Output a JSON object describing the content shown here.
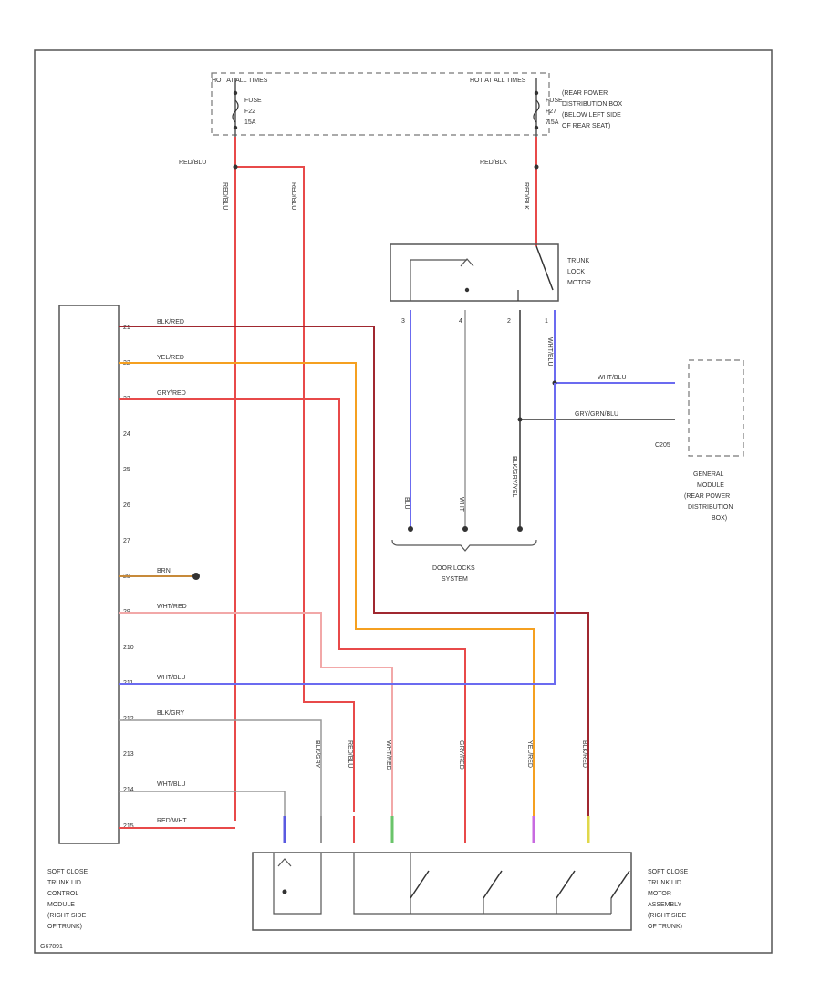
{
  "top": {
    "left_hot": "HOT AT ALL TIMES",
    "right_hot": "HOT AT ALL TIMES",
    "fuse_left": [
      "FUSE",
      "F22",
      "15A"
    ],
    "fuse_right": [
      "FUSE",
      "F27",
      "7.5A"
    ],
    "rear_box_label": [
      "(REAR POWER",
      "DISTRIBUTION BOX",
      "(BELOW LEFT SIDE",
      "OF REAR SEAT)"
    ],
    "left_wire_color": "RED/BLU",
    "right_wire_color": "RED/BLK"
  },
  "trunk_lock": {
    "label": [
      "TRUNK",
      "LOCK",
      "MOTOR"
    ],
    "pins": [
      "3",
      "4",
      "2",
      "1"
    ]
  },
  "door_locks": {
    "label": [
      "DOOR LOCKS",
      "SYSTEM"
    ]
  },
  "gem": {
    "connector": "C205",
    "label": [
      "GENERAL",
      "MODULE",
      "(REAR POWER",
      "DISTRIBUTION",
      "BOX)"
    ],
    "wires": [
      "WHT/BLU",
      "GRY/GRN/BLU"
    ]
  },
  "module": {
    "label": [
      "SOFT CLOSE",
      "TRUNK LID",
      "CONTROL",
      "MODULE",
      "(RIGHT SIDE",
      "OF TRUNK)"
    ],
    "pins": [
      {
        "pin": "21",
        "wire": "BLK/RED"
      },
      {
        "pin": "22",
        "wire": "YEL/RED"
      },
      {
        "pin": "23",
        "wire": "GRY/RED"
      },
      {
        "pin": "24",
        "wire": ""
      },
      {
        "pin": "25",
        "wire": ""
      },
      {
        "pin": "26",
        "wire": ""
      },
      {
        "pin": "27",
        "wire": ""
      },
      {
        "pin": "28",
        "wire": "BRN"
      },
      {
        "pin": "29",
        "wire": "WHT/RED"
      },
      {
        "pin": "210",
        "wire": ""
      },
      {
        "pin": "211",
        "wire": "WHT/BLU"
      },
      {
        "pin": "212",
        "wire": "BLK/GRY"
      },
      {
        "pin": "213",
        "wire": ""
      },
      {
        "pin": "214",
        "wire": "WHT/BLU"
      },
      {
        "pin": "215",
        "wire": "RED/WHT"
      }
    ]
  },
  "motor_assembly": {
    "label": [
      "SOFT CLOSE",
      "TRUNK LID",
      "MOTOR",
      "ASSEMBLY",
      "(RIGHT SIDE",
      "OF TRUNK)"
    ]
  },
  "vertical_wire_labels": [
    "BLK/GRY",
    "RED/BLU",
    "WHT/RED",
    "GRY/RED",
    "YEL/RED",
    "BLK/RED",
    "RED/BLU",
    "RED/BLK",
    "BLU",
    "WHT",
    "BLK/GRY/YEL",
    "WHT/BLU"
  ],
  "figure_id": "G67891",
  "colors": {
    "red": "#e84a4a",
    "dark_red": "#a02830",
    "orange": "#f5a020",
    "blue": "#6b6bf0",
    "gray": "#999999"
  }
}
